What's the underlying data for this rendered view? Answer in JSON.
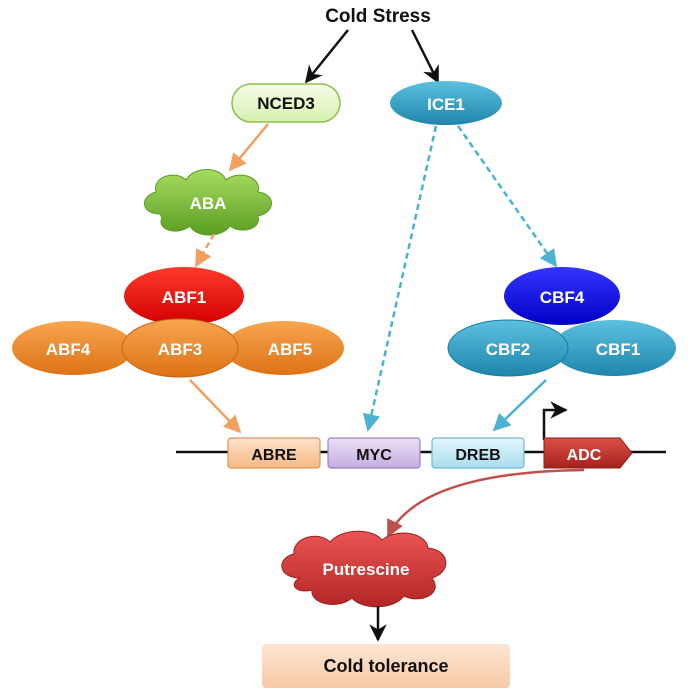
{
  "title": "Cold Stress",
  "nodes": {
    "nced3": "NCED3",
    "ice1": "ICE1",
    "aba": "ABA",
    "abf1": "ABF1",
    "abf4": "ABF4",
    "abf3": "ABF3",
    "abf5": "ABF5",
    "cbf4": "CBF4",
    "cbf2": "CBF2",
    "cbf1": "CBF1",
    "abre": "ABRE",
    "myc": "MYC",
    "dreb": "DREB",
    "adc": "ADC",
    "putrescine": "Putrescine",
    "cold_tolerance": "Cold tolerance"
  },
  "colors": {
    "nced3_fill": "#e6f7c6",
    "ice1_fill": "#2f9ec4",
    "aba_fill": "#7fc43a",
    "abf1_fill": "#f01212",
    "abf_orange": "#ee8a2a",
    "cbf4_fill": "#1010e0",
    "cbf_teal": "#2ea3c8",
    "abre_fill": "#fbd1aa",
    "myc_fill": "#d9c7ee",
    "dreb_fill": "#c7ecf6",
    "adc_fill": "#c4342c",
    "putrescine_fill": "#d4393a",
    "cold_tolerance_fill": "#fbd7bd",
    "arrow_orange": "#f2a060",
    "arrow_teal": "#4cb2d2",
    "arrow_red": "#c0504d"
  }
}
